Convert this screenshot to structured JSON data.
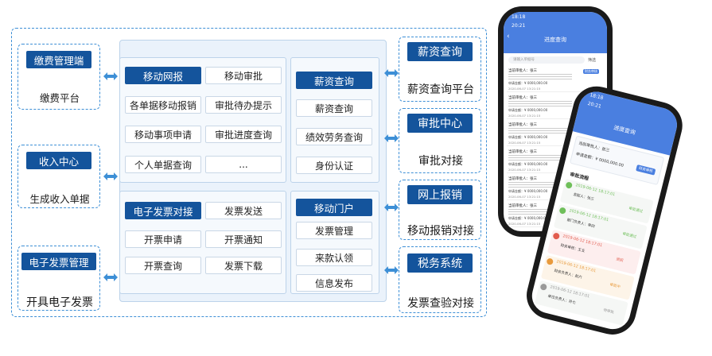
{
  "left": {
    "boxes": [
      {
        "title": "缴费管理端",
        "caption": "缴费平台"
      },
      {
        "title": "收入中心",
        "caption": "生成收入单据"
      },
      {
        "title": "电子发票管理",
        "caption": "开具电子发票"
      }
    ]
  },
  "center_top": {
    "cells": [
      [
        "移动网报",
        "移动审批"
      ],
      [
        "各单据移动报销",
        "审批待办提示"
      ],
      [
        "移动事项申请",
        "审批进度查询"
      ],
      [
        "个人单据查询",
        "..."
      ]
    ],
    "side_title": "薪资查询",
    "side_items": [
      "薪资查询",
      "绩效劳务查询",
      "身份认证"
    ]
  },
  "center_bottom": {
    "cells": [
      [
        "电子发票对接",
        "发票发送"
      ],
      [
        "开票申请",
        "开票通知"
      ],
      [
        "开票查询",
        "发票下载"
      ]
    ],
    "side_title": "移动门户",
    "side_items": [
      "发票管理",
      "来款认领",
      "信息发布"
    ]
  },
  "right": {
    "boxes": [
      {
        "title": "薪资查询",
        "caption": "薪资查询平台"
      },
      {
        "title": "审批中心",
        "caption": "审批对接"
      },
      {
        "title": "网上报销",
        "caption": "移动报销对接"
      },
      {
        "title": "税务系统",
        "caption": "发票查验对接"
      }
    ]
  },
  "phone_back": {
    "time": "18:18",
    "time2": "20:21",
    "title": "进度查询",
    "search_placeholder": "请输入单据号",
    "filter": "筛选",
    "rows": [
      {
        "name": "当前审批人：张三",
        "amount": "申请金额：¥ 0000,000.00",
        "date": "2020-06-07 13:21:15",
        "tag": "财务审核"
      },
      {
        "name": "当前审批人：张三",
        "amount": "申请金额：¥ 0000,000.00",
        "date": "2020-06-07 13:21:15",
        "tag": "单位负责"
      },
      {
        "name": "当前审批人：张三",
        "amount": "申请金额：¥ 0000,000.00",
        "date": "2020-06-07 13:21:15",
        "tag": ""
      },
      {
        "name": "当前审批人：张三",
        "amount": "申请金额：¥ 0000,000.00",
        "date": "2020-06-07 13:21:15",
        "tag": ""
      },
      {
        "name": "当前审批人：张三",
        "amount": "申请金额：¥ 0000,000.00",
        "date": "2020-06-07 13:21:15",
        "tag": ""
      },
      {
        "name": "当前审批人：张三",
        "amount": "申请金额：¥ 0000,000.00",
        "date": "2020-06-07 13:21:15",
        "tag": ""
      }
    ]
  },
  "phone_front": {
    "time": "18:18",
    "time2": "20:21",
    "title": "进度查询",
    "header_name": "当前审批人：张三",
    "header_amount": "申请金额：¥ 0000,000.00",
    "header_tag": "财务审核",
    "flow_title": "审批流程",
    "steps": [
      {
        "date": "2019-06-12 18:17:01",
        "text": "发起人：张三",
        "status": "审批通过",
        "color": "#6fbf5a"
      },
      {
        "date": "2019-06-12 18:17:01",
        "text": "部门负责人：李四",
        "status": "审批通过",
        "color": "#6fbf5a"
      },
      {
        "date": "2019-06-12 18:17:01",
        "text": "财务审核：王五",
        "status": "退回",
        "color": "#e25b4d"
      },
      {
        "date": "2019-06-12 18:17:01",
        "text": "财务负责人：赵六",
        "status": "审批中",
        "color": "#e89a3c"
      },
      {
        "date": "2019-06-12 18:17:01",
        "text": "单位负责人：孙七",
        "status": "待审批",
        "color": "#9a9a9a"
      }
    ]
  },
  "colors": {
    "accent": "#14549c",
    "dash": "#3d8fd6",
    "panel": "#eaf2fb",
    "phone_header": "#4a7fe0"
  }
}
